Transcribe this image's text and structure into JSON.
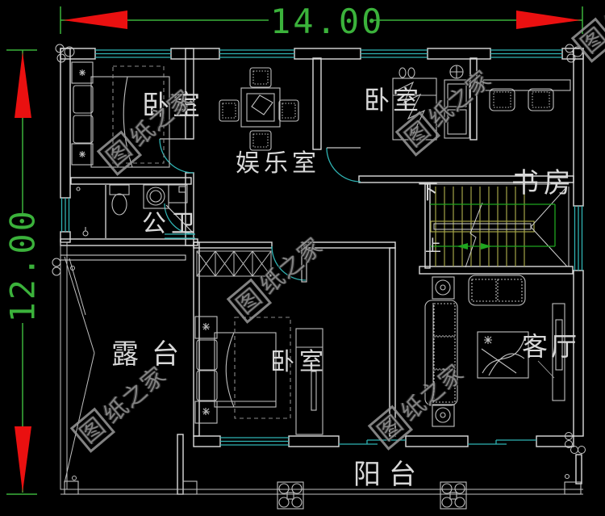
{
  "dimensions": {
    "width": "14.00",
    "height": "12.00"
  },
  "rooms": {
    "bedroom_top_left": "卧室",
    "entertainment_room": "娱乐室",
    "bedroom_top_right": "卧室",
    "study": "书房",
    "bathroom": "公卫",
    "terrace": "露台",
    "bedroom_bottom": "卧室",
    "living_room": "客厅",
    "balcony": "阳台"
  },
  "stairs": {
    "down": "下",
    "up": "上"
  },
  "watermark": {
    "boxed_char": "图",
    "text": "纸之家",
    "full_text": "图纸之家"
  },
  "colors": {
    "background": "#000000",
    "wall": "#dcdcdc",
    "furniture": "#c0c0c0",
    "window_door": "#2fb3b3",
    "dimension_green": "#3bb23b",
    "arrow_red": "#ea1010",
    "stair_tread_olive": "#a3a348",
    "stair_guide_green": "#1fa51f",
    "label_white": "#d8d8d8",
    "watermark_gray": "#949494"
  }
}
